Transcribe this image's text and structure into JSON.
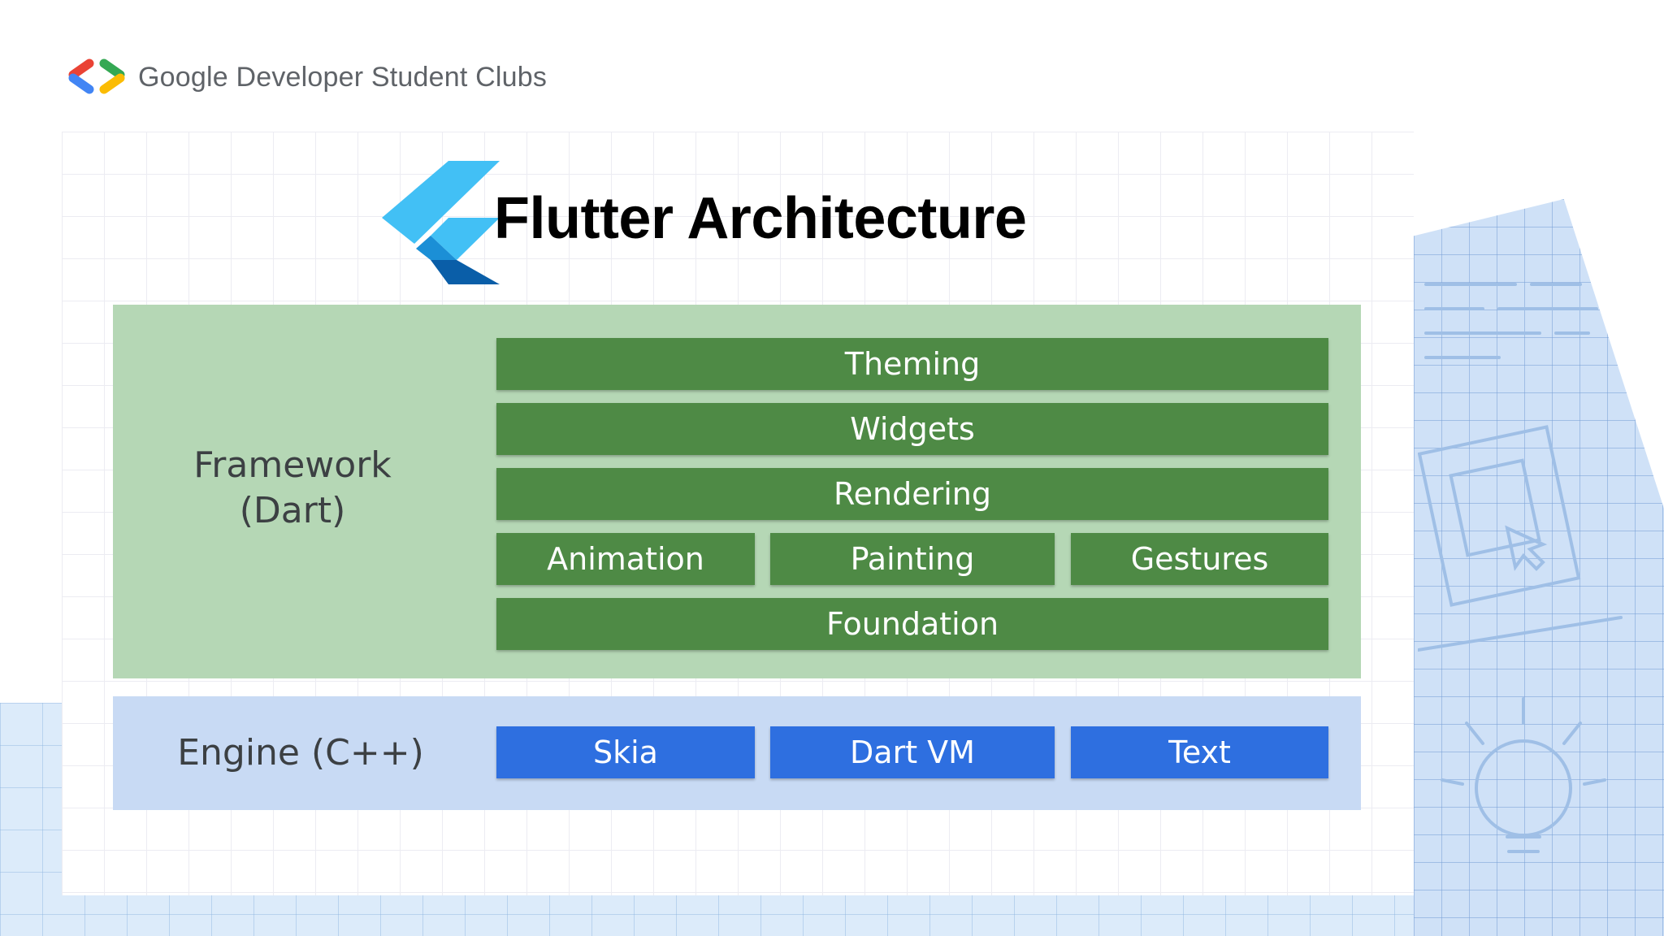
{
  "header": {
    "brand_text": "Google Developer Student Clubs"
  },
  "slide": {
    "title": "Flutter Architecture"
  },
  "framework": {
    "label_line1": "Framework",
    "label_line2": "(Dart)",
    "layers": {
      "theming": "Theming",
      "widgets": "Widgets",
      "rendering": "Rendering",
      "animation": "Animation",
      "painting": "Painting",
      "gestures": "Gestures",
      "foundation": "Foundation"
    }
  },
  "engine": {
    "label": "Engine (C++)",
    "components": {
      "skia": "Skia",
      "dart_vm": "Dart VM",
      "text": "Text"
    }
  },
  "colors": {
    "framework_panel": "#b5d7b5",
    "framework_block": "#4e8a45",
    "engine_panel": "#c8daf4",
    "engine_block": "#2e6fe0",
    "flutter_light": "#42c0f5",
    "flutter_dark": "#0a5ea8",
    "gdsc_red": "#ea4335",
    "gdsc_blue": "#4285f4",
    "gdsc_green": "#34a853",
    "gdsc_yellow": "#fbbc04"
  }
}
